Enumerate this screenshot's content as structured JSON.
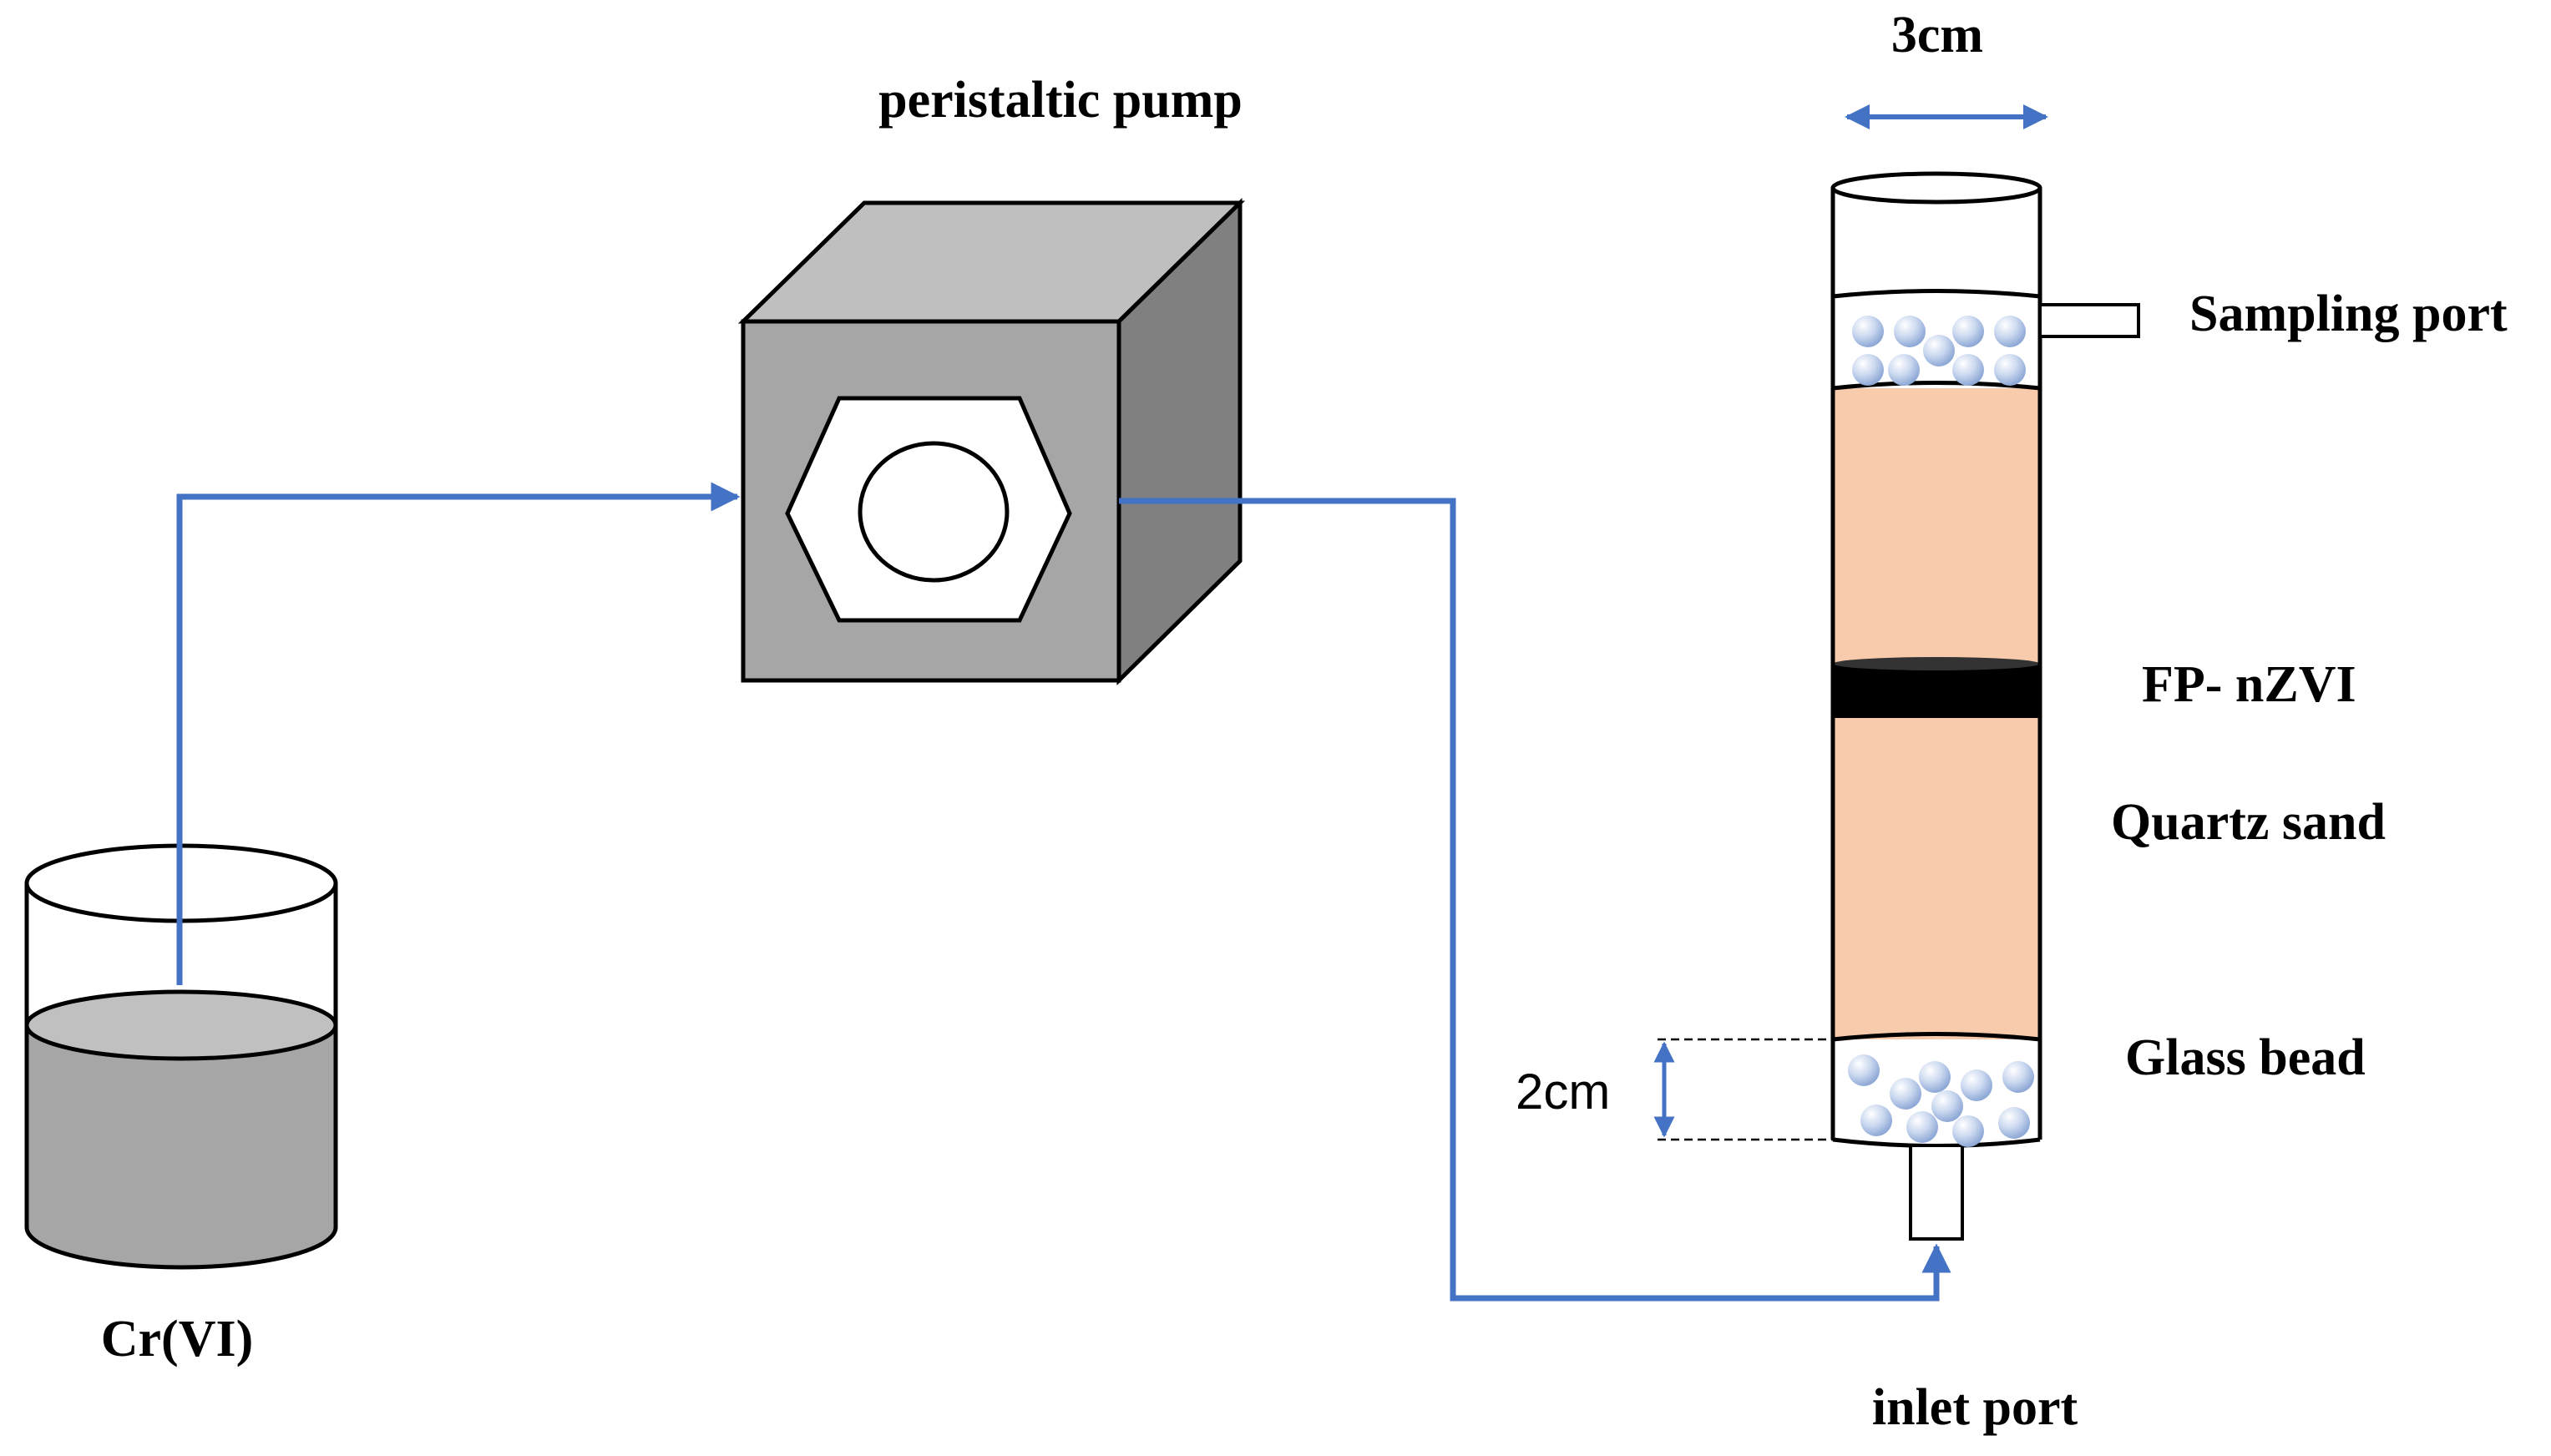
{
  "labels": {
    "pump": "peristaltic pump",
    "column_width": "3cm",
    "sampling_port": "Sampling port",
    "fp_nzvi": "FP- nZVI",
    "quartz_sand": "Quartz sand",
    "glass_bead": "Glass bead",
    "bead_height": "2cm",
    "inlet_port": "inlet port",
    "solution": "Cr(VI)"
  },
  "colors": {
    "tubing": "#4472C4",
    "quartz_sand": "#F8CBAD",
    "fp_nzvi_layer": "#000000",
    "glass_bead": "#B4C7E7",
    "pump_front": "#A6A6A6",
    "pump_top": "#BFBFBF",
    "pump_side": "#808080",
    "solution": "#A6A6A6"
  }
}
